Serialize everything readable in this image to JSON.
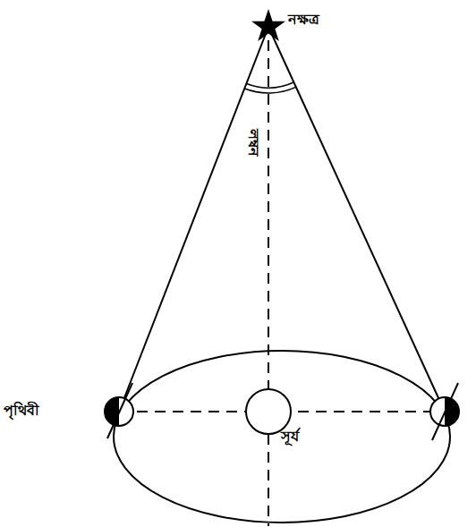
{
  "diagram": {
    "labels": [
      "নক্ষত্র",
      "লম্বন",
      "পৃথিবী",
      "সূর্য"
    ]
  }
}
